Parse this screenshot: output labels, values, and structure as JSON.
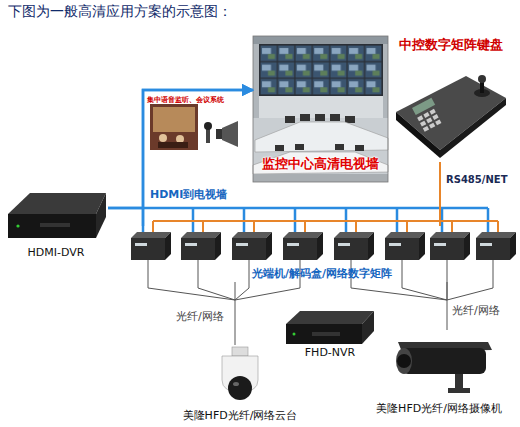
{
  "diagram": {
    "title": "下图为一般高清应用方案的示意图：",
    "nodes": [
      {
        "text": [
          "监控中心高清电视墙"
        ]
      },
      {
        "text": [
          "集中语音监听、会议系统"
        ]
      },
      {
        "text": [
          "中控数字矩阵键盘"
        ]
      },
      {
        "text": [
          "HDMI-DVR"
        ]
      },
      {
        "text": [
          "光端机/解码盒/网络数字矩阵"
        ]
      },
      {
        "text": [
          "FHD-NVR"
        ]
      },
      {
        "text": [
          "美隆HFD光纤/网络云台"
        ]
      },
      {
        "text": [
          "美隆HFD光纤/网络摄像机"
        ]
      }
    ],
    "edges": [
      {
        "from": 3,
        "to": 0,
        "arrow": "to"
      },
      {
        "from": 4,
        "to": 0,
        "arrow": "to"
      },
      {
        "from": 2,
        "to": 4,
        "arrow": "none"
      },
      {
        "from": 4,
        "to": 6,
        "arrow": "none"
      },
      {
        "from": 4,
        "to": 7,
        "arrow": "none"
      }
    ],
    "labels": [
      "HDMI到电视墙",
      "RS485/NET",
      "光纤/网络",
      "光纤/网络"
    ]
  }
}
